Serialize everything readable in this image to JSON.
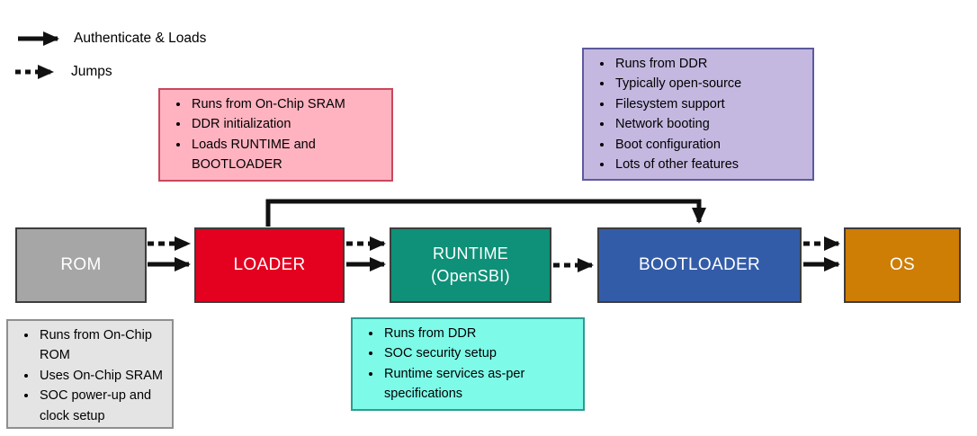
{
  "legend": {
    "items": [
      {
        "label": "Authenticate & Loads",
        "style": "solid"
      },
      {
        "label": "Jumps",
        "style": "dashed"
      }
    ]
  },
  "flow": {
    "nodes": [
      {
        "id": "rom",
        "label": "ROM"
      },
      {
        "id": "loader",
        "label": "LOADER"
      },
      {
        "id": "runtime",
        "label": "RUNTIME",
        "sublabel": "(OpenSBI)"
      },
      {
        "id": "bootloader",
        "label": "BOOTLOADER"
      },
      {
        "id": "os",
        "label": "OS"
      }
    ],
    "edges": [
      {
        "from": "rom",
        "to": "loader",
        "types": [
          "jumps",
          "authenticate-loads"
        ]
      },
      {
        "from": "loader",
        "to": "runtime",
        "types": [
          "jumps",
          "authenticate-loads"
        ]
      },
      {
        "from": "loader",
        "to": "bootloader",
        "types": [
          "authenticate-loads"
        ],
        "route": "over-top"
      },
      {
        "from": "runtime",
        "to": "bootloader",
        "types": [
          "jumps"
        ]
      },
      {
        "from": "bootloader",
        "to": "os",
        "types": [
          "jumps",
          "authenticate-loads"
        ]
      }
    ]
  },
  "notes": {
    "loader_note": {
      "items": [
        "Runs from On-Chip SRAM",
        "DDR initialization",
        "Loads RUNTIME and BOOTLOADER"
      ]
    },
    "bootloader_note": {
      "items": [
        "Runs from DDR",
        "Typically open-source",
        "Filesystem support",
        "Network booting",
        "Boot configuration",
        "Lots of other features"
      ]
    },
    "rom_note": {
      "items": [
        "Runs from On-Chip ROM",
        "Uses On-Chip SRAM",
        "SOC power-up and clock setup"
      ]
    },
    "runtime_note": {
      "items": [
        "Runs from DDR",
        "SOC security setup",
        "Runtime services as-per specifications"
      ]
    }
  },
  "colors": {
    "rom": "#a6a6a6",
    "loader": "#e4001f",
    "runtime": "#0e9178",
    "bootloader": "#335ca8",
    "os": "#ce7d05",
    "loader_note_fill": "#ffb3c1",
    "loader_note_border": "#c9485b",
    "bootloader_note_fill": "#c4b8e0",
    "bootloader_note_border": "#5b5a9e",
    "rom_note_fill": "#e5e4e4",
    "rom_note_border": "#8f8f8f",
    "runtime_note_fill": "#7dfbe8",
    "runtime_note_border": "#2e9c92",
    "arrow": "#111111"
  }
}
